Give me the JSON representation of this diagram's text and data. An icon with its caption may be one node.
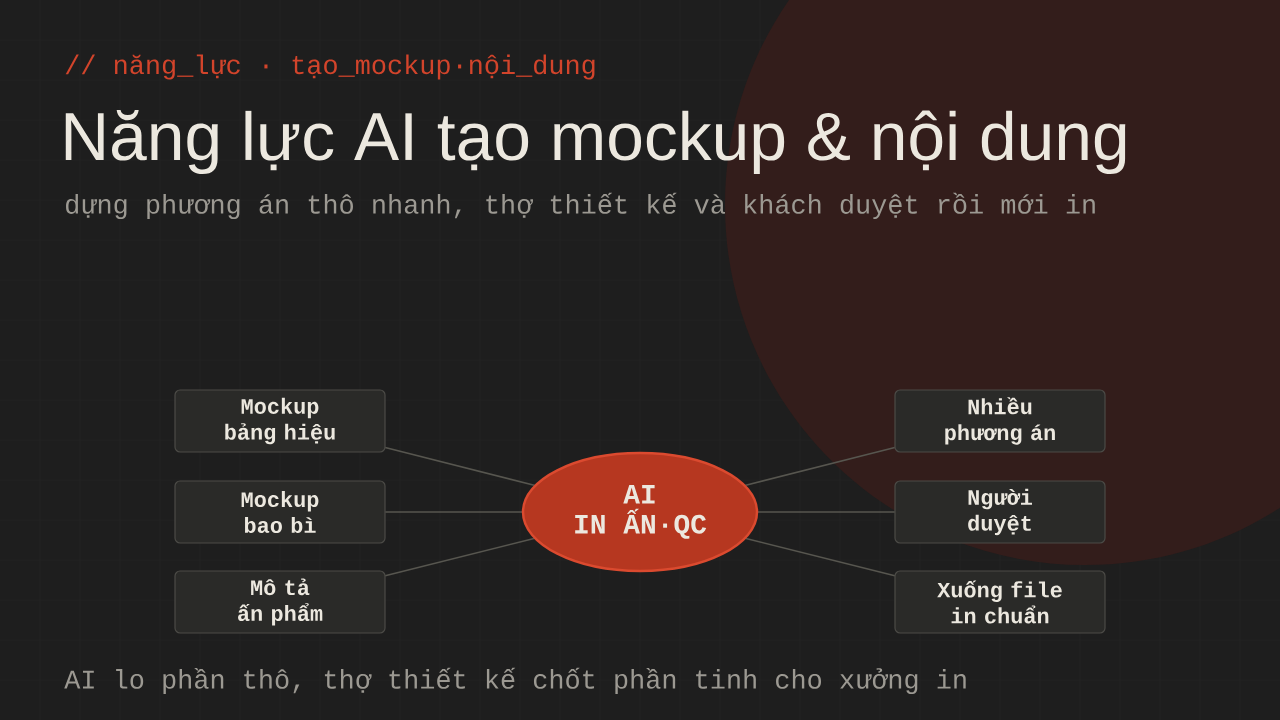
{
  "diagram": {
    "title": "Năng lực AI tạo mockup & nội dung",
    "nodes": [
      {
        "text": [
          "Mockup bảng hiệu"
        ]
      },
      {
        "text": [
          "Mockup bao bì"
        ]
      },
      {
        "text": [
          "Mô tả ấn phẩm"
        ]
      },
      {
        "text": [
          "AI IN ẤN·QC"
        ]
      },
      {
        "text": [
          "Nhiều phương án"
        ]
      },
      {
        "text": [
          "Người duyệt"
        ]
      },
      {
        "text": [
          "Xuống file in chuẩn"
        ]
      }
    ],
    "edges": [
      {
        "from": 0,
        "to": 3,
        "arrow": "none"
      },
      {
        "from": 1,
        "to": 3,
        "arrow": "none"
      },
      {
        "from": 2,
        "to": 3,
        "arrow": "none"
      },
      {
        "from": 3,
        "to": 4,
        "arrow": "none"
      },
      {
        "from": 3,
        "to": 5,
        "arrow": "none"
      },
      {
        "from": 3,
        "to": 6,
        "arrow": "none"
      }
    ],
    "labels": [
      "// năng_lực · tạo_mockup·nội_dung",
      "dựng phương án thô nhanh, thợ thiết kế và khách duyệt rồi mới in",
      "AI lo phần thô, thợ thiết kế chốt phần tinh cho xưởng in"
    ]
  }
}
